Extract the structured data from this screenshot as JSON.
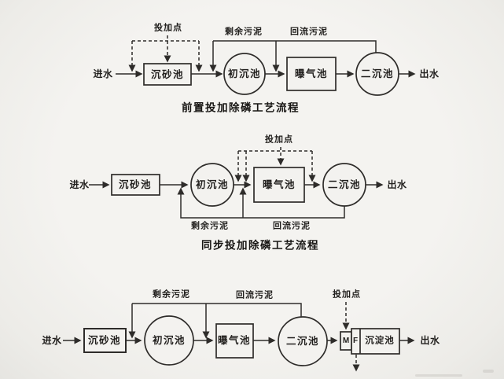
{
  "colors": {
    "background": "#f2f1ee",
    "line": "#2e2c2a",
    "text": "#211f1d"
  },
  "diagram_top": {
    "title": "前置投加除磷工艺流程",
    "influent": "进水",
    "effluent": "出水",
    "dosing_point": "投加点",
    "excess_sludge": "剩余污泥",
    "return_sludge": "回流污泥",
    "nodes": {
      "grit_chamber": "沉砂池",
      "primary_clarifier": "初沉池",
      "aeration_tank": "曝气池",
      "secondary_clarifier": "二沉池"
    }
  },
  "diagram_middle": {
    "title": "同步投加除磷工艺流程",
    "influent": "进水",
    "effluent": "出水",
    "dosing_point": "投加点",
    "excess_sludge": "剩余污泥",
    "return_sludge": "回流污泥",
    "nodes": {
      "grit_chamber": "沉砂池",
      "primary_clarifier": "初沉池",
      "aeration_tank": "曝气池",
      "secondary_clarifier": "二沉池"
    }
  },
  "diagram_bottom": {
    "influent": "进水",
    "effluent": "出水",
    "dosing_point": "投加点",
    "excess_sludge": "剩余污泥",
    "return_sludge": "回流污泥",
    "nodes": {
      "grit_chamber": "沉砂池",
      "primary_clarifier": "初沉池",
      "aeration_tank": "曝气池",
      "secondary_clarifier": "二沉池",
      "mixer": "M",
      "flocculator": "F",
      "sedimentation_tank": "沉淀池"
    }
  }
}
